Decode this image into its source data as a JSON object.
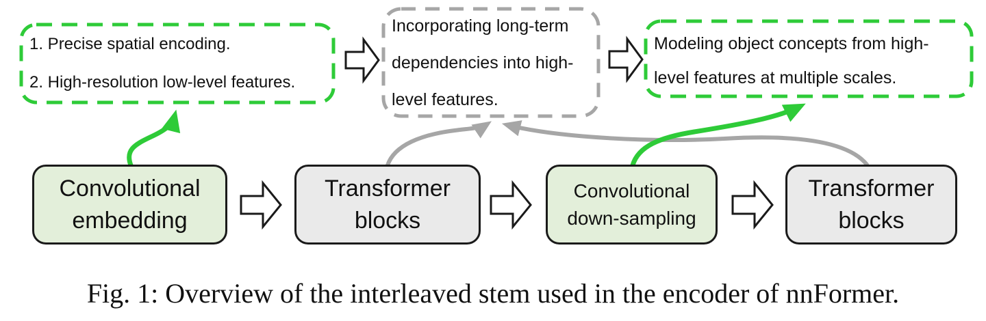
{
  "figure": {
    "caption": "Fig. 1: Overview of the interleaved stem used in the encoder of nnFormer."
  },
  "callouts": {
    "spatial": {
      "role": "benefit of convolutional embedding",
      "lines": [
        "1. Precise spatial encoding.",
        "2. High-resolution low-level features."
      ]
    },
    "longterm": {
      "role": "benefit of transformer blocks",
      "lines": [
        "Incorporating long-term",
        "dependencies into high-",
        "level features."
      ]
    },
    "modeling": {
      "role": "benefit of convolutional down-sampling",
      "lines": [
        "Modeling object concepts from high-",
        "level features at multiple scales."
      ]
    }
  },
  "blocks": {
    "conv_embedding": {
      "lines": [
        "Convolutional",
        "embedding"
      ]
    },
    "transformer_1": {
      "lines": [
        "Transformer",
        "blocks"
      ]
    },
    "conv_downsampling": {
      "lines": [
        "Convolutional",
        "down-sampling"
      ]
    },
    "transformer_2": {
      "lines": [
        "Transformer",
        "blocks"
      ]
    }
  },
  "icons": {
    "flow_arrow": "white block arrow pointing right",
    "green_curved_arrow": "green curved pointer from block to callout",
    "gray_curved_arrow": "gray curved pointer from block to callout"
  },
  "colors": {
    "accent_green": "#2ecb38",
    "muted_gray": "#a6a6a6",
    "block_green_fill": "#e3efda",
    "block_gray_fill": "#eaeaea",
    "line_black": "#1a1a1a"
  }
}
